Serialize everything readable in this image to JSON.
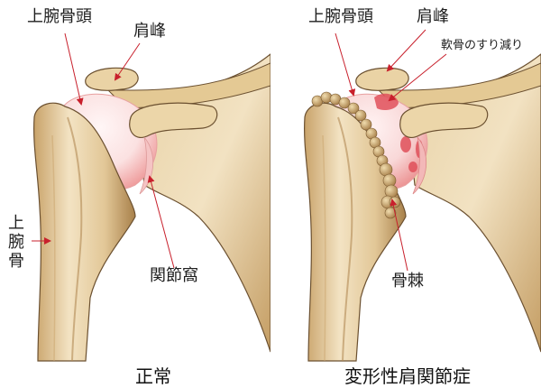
{
  "colors": {
    "bone_light": "#f3e3c3",
    "bone_mid": "#dcc08e",
    "bone_dark": "#a8804a",
    "bone_outline": "#6b5030",
    "cartilage": "#fbe1e1",
    "cartilage_edge": "#f0a9a9",
    "erosion": "#e0505a",
    "pointer": "#c8202c",
    "text": "#1e1e1e"
  },
  "panels": [
    {
      "id": "normal",
      "caption": "正常",
      "labels": {
        "humeral_head": "上腕骨頭",
        "acromion": "肩峰",
        "humerus": "上腕骨",
        "glenoid": "関節窩"
      }
    },
    {
      "id": "osteoarthritis",
      "caption": "変形性肩関節症",
      "labels": {
        "humeral_head": "上腕骨頭",
        "acromion": "肩峰",
        "cartilage_wear": "軟骨のすり減り",
        "osteophyte": "骨棘"
      }
    }
  ]
}
